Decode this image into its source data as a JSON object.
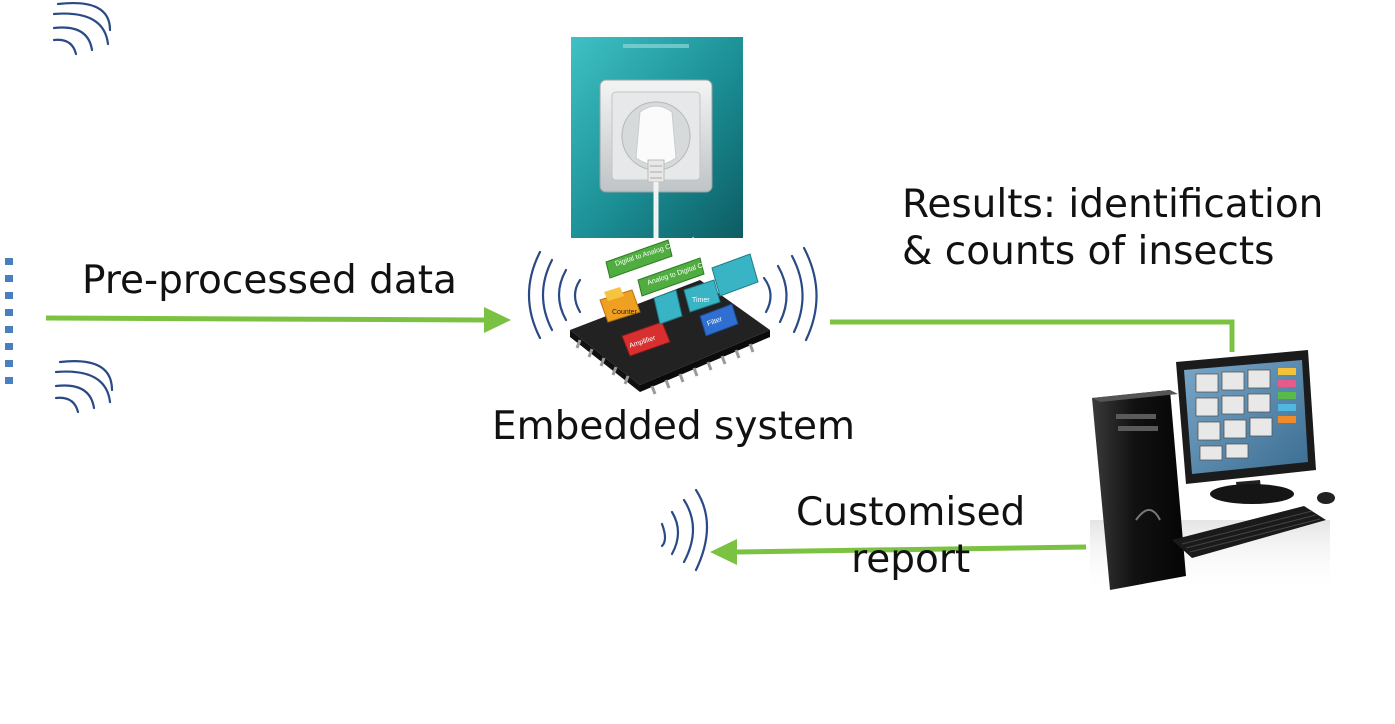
{
  "labels": {
    "pre_processed": "Pre-processed data",
    "embedded": "Embedded system",
    "results_line1": "Results: identification",
    "results_line2": "& counts of insects",
    "customised_line1": "Customised",
    "customised_line2": "report"
  },
  "chip_labels": {
    "dac": "Digital to Analog Converter",
    "adc": "Analog to Digital Converter",
    "amplifier": "Amplifier",
    "timer": "Timer",
    "filter": "Filter",
    "counter": "Counter"
  },
  "colors": {
    "arrow": "#7cc242",
    "wifi": "#2a4a86",
    "dots": "#4a7fbf",
    "teal": "#1a8e94"
  },
  "icons": [
    "wifi-signal-icon",
    "power-socket-icon",
    "microchip-icon",
    "desktop-computer-icon"
  ]
}
